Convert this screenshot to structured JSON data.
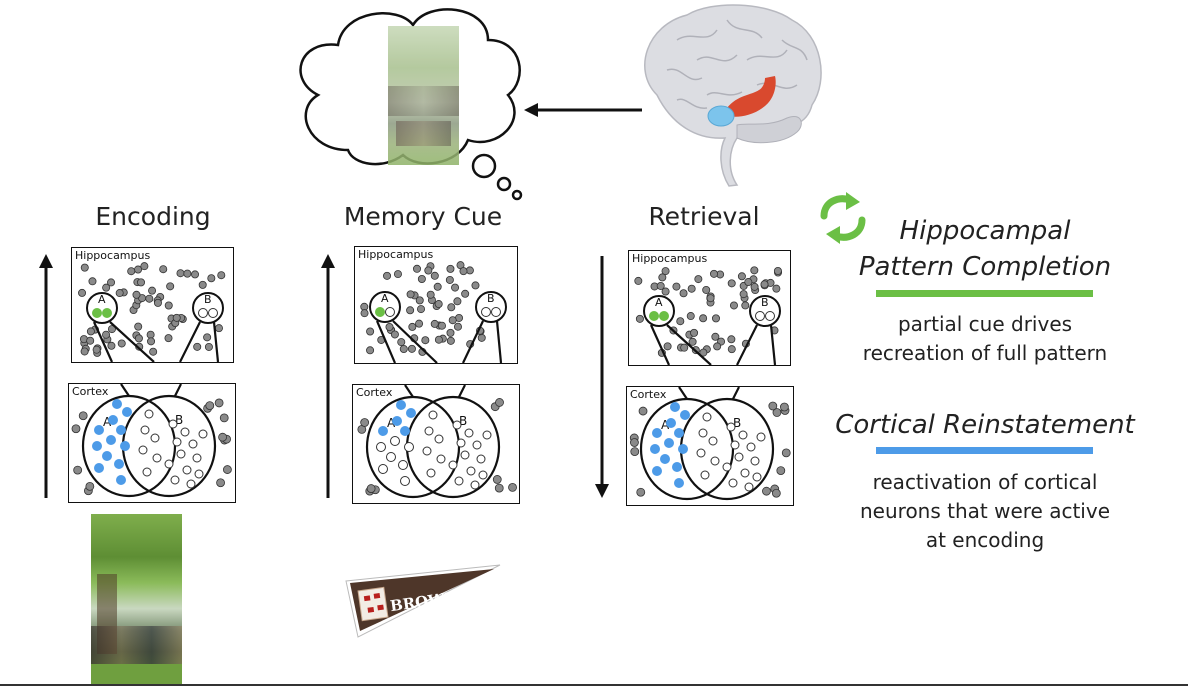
{
  "columns": [
    {
      "title": "Encoding",
      "arrow": "up",
      "hippo_green": 2,
      "cortex_blue": 12
    },
    {
      "title": "Memory Cue",
      "arrow": "up",
      "hippo_green": 1,
      "cortex_blue": 5
    },
    {
      "title": "Retrieval",
      "arrow": "down",
      "hippo_green": 2,
      "cortex_blue": 12
    }
  ],
  "panel_labels": {
    "hippocampus": "Hippocampus",
    "cortex": "Cortex",
    "assembly_a": "A",
    "assembly_b": "B"
  },
  "concepts": [
    {
      "title_line1": "Hippocampal",
      "title_line2": "Pattern Completion",
      "bar_color": "#6bbf45",
      "desc_line1": "partial cue drives",
      "desc_line2": "recreation of full pattern"
    },
    {
      "title_line1": "Cortical Reinstatement",
      "bar_color": "#4d9be8",
      "desc_line1": "reactivation of cortical",
      "desc_line2": "neurons that were active",
      "desc_line3": "at encoding"
    }
  ],
  "logo_text": "BROWN",
  "colors": {
    "green": "#6bbf45",
    "blue": "#4d9be8",
    "neuron_gray": "#8a8a8a",
    "brain": "#dcdde2",
    "hippocampus_red": "#d9492e",
    "amygdala_blue": "#7cc4ec",
    "cycle": "#6bbf45"
  },
  "icons": [
    "thought-cloud",
    "brain-icon",
    "cycle-icon",
    "pennant-logo"
  ]
}
